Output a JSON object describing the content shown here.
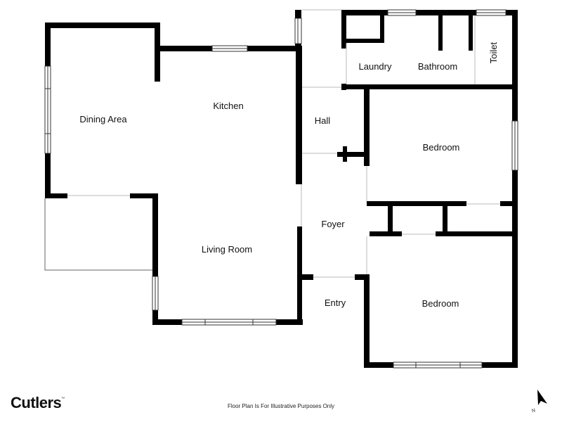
{
  "rooms": {
    "dining_area": "Dining Area",
    "kitchen": "Kitchen",
    "living_room": "Living Room",
    "hall": "Hall",
    "laundry": "Laundry",
    "bathroom": "Bathroom",
    "toilet": "Toilet",
    "bedroom_1": "Bedroom",
    "bedroom_2": "Bedroom",
    "foyer": "Foyer",
    "entry": "Entry"
  },
  "footer": {
    "logo_text": "Cutlers",
    "logo_mark": "™",
    "disclaimer": "Floor Plan Is For Illustrative Purposes Only"
  },
  "compass": {
    "label": "N",
    "icon": "north-arrow-icon"
  },
  "colors": {
    "wall": "#000000",
    "thin_line": "#666666",
    "background": "#ffffff"
  }
}
